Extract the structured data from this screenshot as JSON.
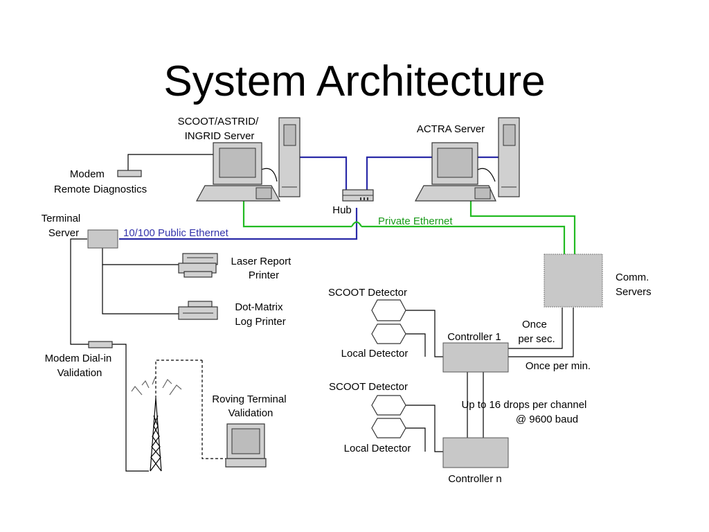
{
  "title": "System Architecture",
  "nodes": {
    "scoot_server": [
      "SCOOT/ASTRID/",
      "INGRID Server"
    ],
    "actra_server": "ACTRA Server",
    "hub": "Hub",
    "modem_remote": [
      "Modem",
      "Remote Diagnostics"
    ],
    "terminal_server": [
      "Terminal",
      "Server"
    ],
    "laser_printer": [
      "Laser Report",
      "Printer"
    ],
    "dotmatrix_printer": [
      "Dot-Matrix",
      "Log Printer"
    ],
    "comm_servers": [
      "Comm.",
      "Servers"
    ],
    "modem_dialin": [
      "Modem Dial-in",
      "Validation"
    ],
    "roving_terminal": [
      "Roving Terminal",
      "Validation"
    ],
    "controller_1": "Controller 1",
    "controller_n": "Controller n",
    "scoot_detector_1": "SCOOT Detector",
    "local_detector_1": "Local Detector",
    "scoot_detector_2": "SCOOT Detector",
    "local_detector_2": "Local Detector"
  },
  "links": {
    "public_ethernet": "10/100 Public Ethernet",
    "private_ethernet": "Private Ethernet",
    "once_per_sec": [
      "Once",
      "per sec."
    ],
    "once_per_min": "Once per min.",
    "drops": [
      "Up to 16 drops per channel",
      "@ 9600 baud"
    ]
  },
  "colors": {
    "public_ethernet": "#2a2aa8",
    "private_ethernet": "#22bb22",
    "device_fill": "#c8c8c8"
  }
}
